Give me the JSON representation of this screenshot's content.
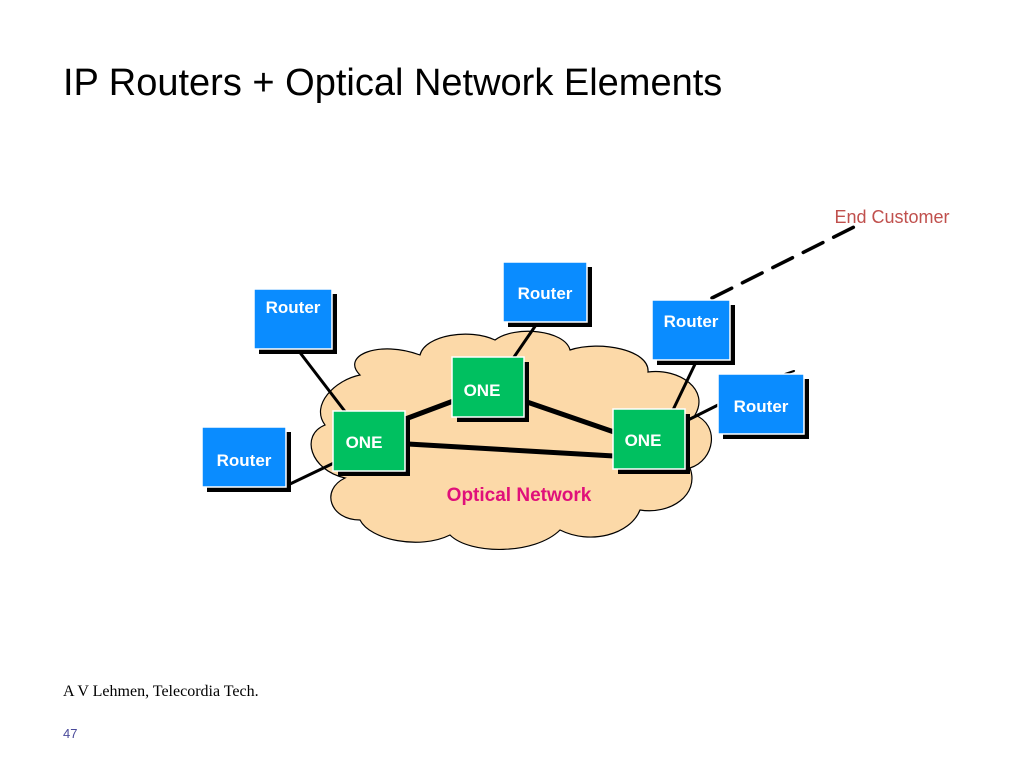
{
  "slide": {
    "title": "IP Routers + Optical Network Elements",
    "credit": "A V Lehmen, Telecordia Tech.",
    "page_number": "47"
  },
  "diagram": {
    "cloud_label": "Optical Network",
    "end_customer_label": "End Customer",
    "routers": [
      {
        "id": "router-top-left",
        "label": "Router"
      },
      {
        "id": "router-top-center",
        "label": "Router"
      },
      {
        "id": "router-top-right",
        "label": "Router"
      },
      {
        "id": "router-right",
        "label": "Router"
      },
      {
        "id": "router-left",
        "label": "Router"
      }
    ],
    "ones": [
      {
        "id": "one-top",
        "label": "ONE"
      },
      {
        "id": "one-left",
        "label": "ONE"
      },
      {
        "id": "one-right",
        "label": "ONE"
      }
    ],
    "colors": {
      "router_fill": "#0a8cff",
      "one_fill": "#00c060",
      "cloud_fill": "#fcd9a8",
      "cloud_label": "#e0107a",
      "end_customer": "#c0504d",
      "shadow": "#000000"
    }
  }
}
